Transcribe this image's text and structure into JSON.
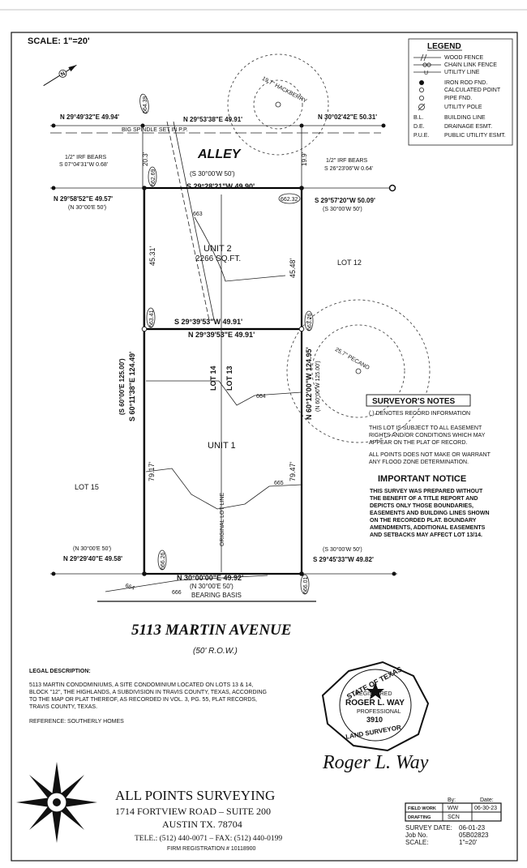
{
  "scale": "SCALE: 1\"=20'",
  "legend": {
    "title": "LEGEND",
    "items": [
      {
        "label": "WOOD FENCE",
        "icon": "wood-fence-icon"
      },
      {
        "label": "CHAIN LINK FENCE",
        "icon": "chain-link-fence-icon"
      },
      {
        "label": "UTILITY LINE",
        "icon": "utility-line-icon"
      },
      {
        "label": "IRON ROD FND.",
        "icon": "iron-rod-icon"
      },
      {
        "label": "CALCULATED POINT",
        "icon": "calculated-point-icon"
      },
      {
        "label": "PIPE FND.",
        "icon": "pipe-found-icon"
      },
      {
        "label": "UTILITY POLE",
        "icon": "utility-pole-icon"
      }
    ],
    "abbreviations": [
      {
        "code": "B.L.",
        "label": "BUILDING LINE"
      },
      {
        "code": "D.E.",
        "label": "DRAINAGE ESMT."
      },
      {
        "code": "P.U.E.",
        "label": "PUBLIC UTILITY ESMT."
      }
    ]
  },
  "plat": {
    "alley": "ALLEY",
    "alley_width": "(S 30°00'W 50')",
    "lot_12": "LOT 12",
    "lot_15": "LOT 15",
    "lot_13": "LOT 13",
    "lot_14": "LOT 14",
    "original_lot_line": "ORIGINAL LOT LINE",
    "unit_1": "UNIT 1",
    "unit_2": "UNIT 2",
    "unit_2_area": "2266 SQ.FT.",
    "tree_1": "19.7\" HACKBERRY",
    "tree_2": "25.7\" PECANO",
    "bearings": {
      "top_left": "N 29°49'32\"E 49.94'",
      "top_mid": "N 29°53'38\"E 49.91'",
      "top_right": "N 30°02'42\"E 50.31'",
      "spindle": "BIG SPINDLE SET IN P.P.",
      "irf_left_1": "1/2\" IRF BEARS",
      "irf_left_2": "S 07°04'31\"W 0.68'",
      "irf_right_1": "1/2\" IRF BEARS",
      "irf_right_2": "S 26°23'06\"W 0.64'",
      "alley_south_left": "N 29°58'52\"E 49.57'",
      "alley_south_left_rec": "(N 30°00'E 50')",
      "unit2_top": "S 29°28'21\"W 49.90'",
      "alley_south_right": "S 29°57'20\"W 50.09'",
      "alley_south_right_rec": "(S 30°00'W 50')",
      "dim_20_3": "20.3'",
      "dim_19_9": "19.9'",
      "unit2_left": "45.31'",
      "unit2_right": "45.48'",
      "unit2_bottom": "S 29°39'53\"W 49.91'",
      "unit1_top": "N 29°39'53\"E 49.91'",
      "west_side_1": "(S 60°00'E 125.00')",
      "west_side_2": "S 60°11'38\"E 124.49'",
      "east_side_1": "N 60°12'00\"W 124.95'",
      "east_side_2": "(N 60°00'W 125.00')",
      "unit1_left": "79.17'",
      "unit1_right": "79.47'",
      "street_left_rec": "(N 30°00'E 50')",
      "street_left": "N 29°29'40\"E 49.58'",
      "street_right_rec": "(S 30°00'W 50')",
      "street_right": "S 29°45'33\"W 49.82'",
      "front": "N 30°00'00\"E 49.92'",
      "front_rec": "(N 30°00'E 50')",
      "bearing_basis": "BEARING BASIS"
    },
    "contours": [
      "663",
      "664",
      "665",
      "666",
      "664"
    ],
    "point_tags": [
      "664.39",
      "662.69",
      "662.32",
      "663.41",
      "663.26",
      "666.26",
      "666.01"
    ]
  },
  "street": {
    "name": "5113 MARTIN AVENUE",
    "row": "(50' R.O.W.)"
  },
  "surveyors_notes": {
    "title": "SURVEYOR'S NOTES",
    "lines": [
      "( ) DENOTES RECORD INFORMATION",
      "THIS LOT IS SUBJECT TO ALL EASEMENT",
      "RIGHTS AND/OR CONDITIONS WHICH MAY",
      "APPEAR ON THE PLAT OF RECORD.",
      "ALL POINTS DOES NOT MAKE OR WARRANT",
      "ANY FLOOD ZONE DETERMINATION."
    ]
  },
  "important_notice": {
    "title": "IMPORTANT NOTICE",
    "lines": [
      "THIS SURVEY WAS PREPARED WITHOUT",
      "THE BENEFIT OF A TITLE REPORT AND",
      "DEPICTS ONLY THOSE BOUNDARIES,",
      "EASEMENTS AND BUILDING LINES SHOWN",
      "ON THE RECORDED PLAT. BOUNDARY",
      "AMENDMENTS, ADDITIONAL EASEMENTS",
      "AND SETBACKS MAY AFFECT LOT 13/14."
    ]
  },
  "legal": {
    "title": "LEGAL DESCRIPTION:",
    "lines": [
      "5113 MARTIN CONDOMINIUMS, A SITE CONDOMINIUM LOCATED ON LOTS 13 & 14,",
      "BLOCK \"12\", THE HIGHLANDS, A SUBDIVISION IN TRAVIS COUNTY, TEXAS, ACCORDING",
      "TO THE MAP OR PLAT THEREOF, AS RECORDED IN VOL. 3, PG. 55, PLAT RECORDS,",
      "TRAVIS COUNTY, TEXAS."
    ],
    "reference": "REFERENCE: SOUTHERLY HOMES"
  },
  "seal": {
    "top": "STATE OF TEXAS",
    "registered": "REGISTERED",
    "name": "ROGER L. WAY",
    "professional": "PROFESSIONAL",
    "number": "3910",
    "bottom": "LAND SURVEYOR",
    "signature": "Roger L. Way"
  },
  "company": {
    "name": "ALL POINTS SURVEYING",
    "address": "1714 FORTVIEW ROAD – SUITE 200",
    "city": "AUSTIN TX. 78704",
    "phone": "TELE.: (512) 440-0071 – FAX: (512) 440-0199",
    "firm": "FIRM REGISTRATION # 10118900"
  },
  "title_block": {
    "head_by": "By:",
    "head_date": "Date:",
    "rows": [
      {
        "label": "FIELD WORK",
        "by": "WW",
        "date": "06-30-23"
      },
      {
        "label": "DRAFTING",
        "by": "SCN",
        "date": ""
      }
    ],
    "survey_date_label": "SURVEY DATE:",
    "survey_date": "06-01-23",
    "job_label": "Job No.",
    "job": "05B02823",
    "scale_label": "SCALE:",
    "scale": "1\"=20'"
  }
}
